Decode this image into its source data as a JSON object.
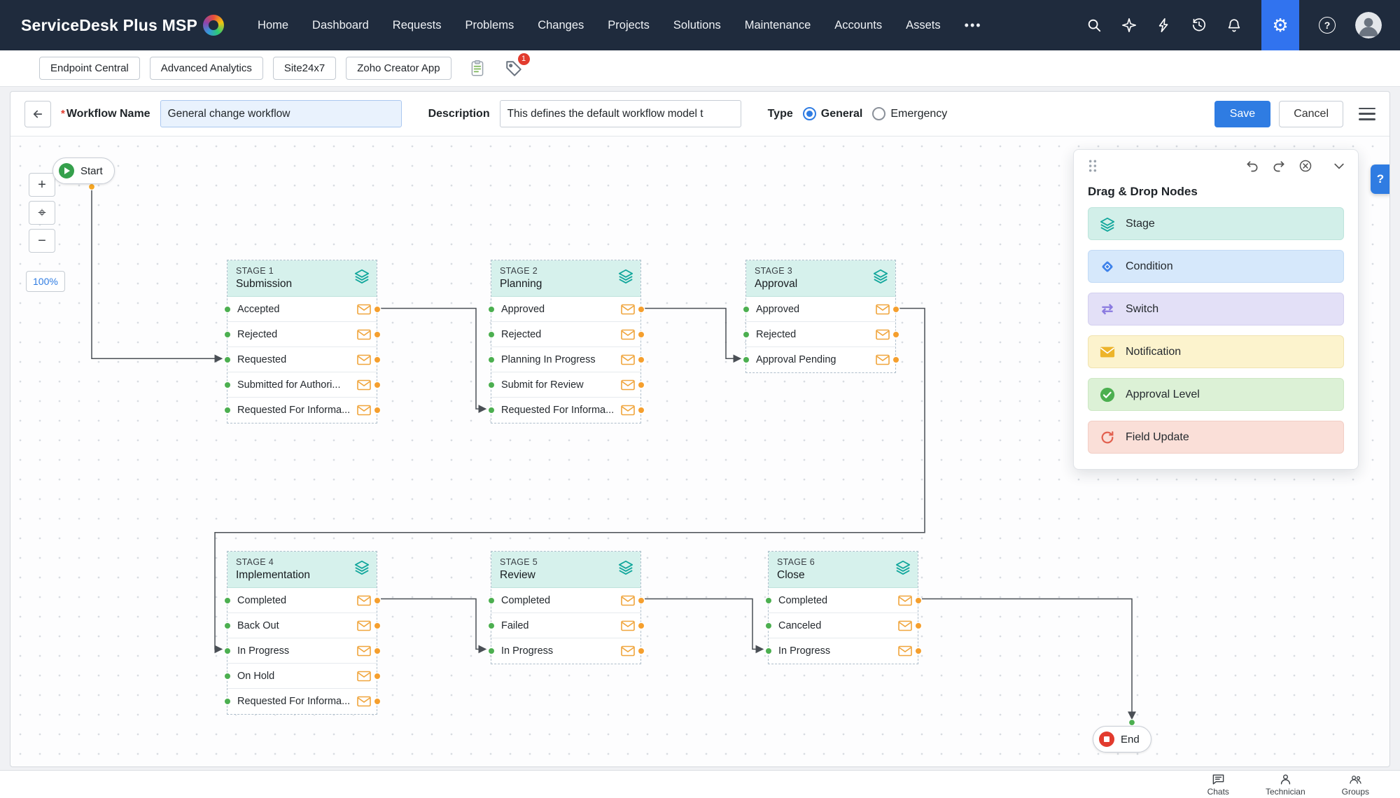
{
  "colors": {
    "navbar_bg": "#1f2b3d",
    "accent_blue": "#2f7ce2",
    "stage_header_teal": "#d6f1ec",
    "palette_stage": "#d2efe9",
    "palette_condition": "#d6e8fb",
    "palette_switch": "#e3e0f7",
    "palette_notification": "#fcf3cd",
    "palette_approval": "#dcf1d6",
    "palette_field_update": "#fadfd8",
    "connector_gray": "#4a4f55",
    "dot_green": "#4caf50",
    "dot_orange": "#f59f2e",
    "error_red": "#e23b2e"
  },
  "navbar": {
    "brand": "ServiceDesk Plus MSP",
    "items": [
      "Home",
      "Dashboard",
      "Requests",
      "Problems",
      "Changes",
      "Projects",
      "Solutions",
      "Maintenance",
      "Accounts",
      "Assets"
    ],
    "more_label": "•••"
  },
  "appbar": {
    "tabs": [
      "Endpoint Central",
      "Advanced Analytics",
      "Site24x7",
      "Zoho Creator App"
    ],
    "badge_count": "1"
  },
  "toolbar": {
    "required_marker": "*",
    "workflow_name_label": "Workflow Name",
    "workflow_name_value": "General change workflow",
    "description_label": "Description",
    "description_value": "This defines the default workflow model t",
    "type_label": "Type",
    "type_options": [
      "General",
      "Emergency"
    ],
    "type_selected": "General",
    "save_label": "Save",
    "cancel_label": "Cancel"
  },
  "canvas": {
    "zoom_level": "100%",
    "zoom_in": "+",
    "zoom_out": "−",
    "center_glyph": "⌖",
    "start_label": "Start",
    "end_label": "End",
    "stages": [
      {
        "title": "STAGE 1",
        "subtitle": "Submission",
        "rows": [
          "Accepted",
          "Rejected",
          "Requested",
          "Submitted for Authori...",
          "Requested For Informa..."
        ]
      },
      {
        "title": "STAGE 2",
        "subtitle": "Planning",
        "rows": [
          "Approved",
          "Rejected",
          "Planning In Progress",
          "Submit for Review",
          "Requested For Informa..."
        ]
      },
      {
        "title": "STAGE 3",
        "subtitle": "Approval",
        "rows": [
          "Approved",
          "Rejected",
          "Approval Pending"
        ]
      },
      {
        "title": "STAGE 4",
        "subtitle": "Implementation",
        "rows": [
          "Completed",
          "Back Out",
          "In Progress",
          "On Hold",
          "Requested For Informa..."
        ]
      },
      {
        "title": "STAGE 5",
        "subtitle": "Review",
        "rows": [
          "Completed",
          "Failed",
          "In Progress"
        ]
      },
      {
        "title": "STAGE 6",
        "subtitle": "Close",
        "rows": [
          "Completed",
          "Canceled",
          "In Progress"
        ]
      }
    ]
  },
  "palette": {
    "title": "Drag & Drop Nodes",
    "items": [
      {
        "label": "Stage",
        "icon": "layers-icon"
      },
      {
        "label": "Condition",
        "icon": "diamond-icon"
      },
      {
        "label": "Switch",
        "icon": "swap-arrows-icon"
      },
      {
        "label": "Notification",
        "icon": "mail-icon"
      },
      {
        "label": "Approval Level",
        "icon": "check-circle-icon"
      },
      {
        "label": "Field Update",
        "icon": "refresh-icon"
      }
    ],
    "switch_glyph": "⇄"
  },
  "help_tab": "?",
  "footer": {
    "items": [
      "Chats",
      "Technician",
      "Groups"
    ]
  }
}
